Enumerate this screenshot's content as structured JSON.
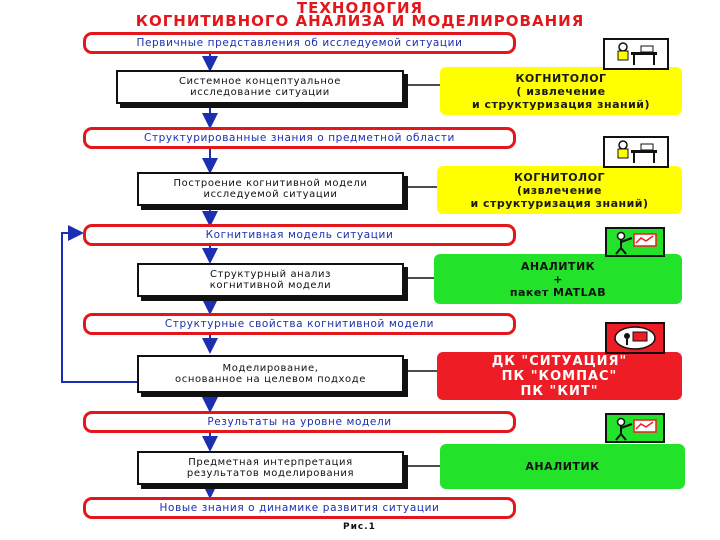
{
  "title": {
    "line1": "ТЕХНОЛОГИЯ",
    "line2": "КОГНИТИВНОГО АНАЛИЗА И МОДЕЛИРОВАНИЯ"
  },
  "stages": [
    "Первичные представления об исследуемой ситуации",
    "Структурированные знания о предметной области",
    "Когнитивная модель ситуации",
    "Структурные свойства когнитивной модели",
    "Результаты на уровне модели",
    "Новые знания о динамике развития ситуации"
  ],
  "processes": [
    [
      "Системное концептуальное",
      "исследование ситуации"
    ],
    [
      "Построение когнитивной модели",
      "исследуемой ситуации"
    ],
    [
      "Структурный анализ",
      "когнитивной модели"
    ],
    [
      "Моделирование,",
      "основанное на целевом подходе"
    ],
    [
      "Предметная интерпретация",
      "результатов моделирования"
    ]
  ],
  "roles": [
    [
      "КОГНИТОЛОГ",
      "( извлечение",
      "и структуризация знаний)"
    ],
    [
      "КОГНИТОЛОГ",
      "(извлечение",
      "и структуризация знаний)"
    ],
    [
      "АНАЛИТИК",
      "+",
      "пакет MATLAB"
    ],
    [
      "ДК \"СИТУАЦИЯ\"",
      "ПК \"КОМПАС\"",
      "ПК \"КИТ\""
    ],
    [
      "АНАЛИТИК"
    ]
  ],
  "icons": [
    {
      "name": "cognitologist-at-desk-icon",
      "label": ""
    },
    {
      "name": "cognitologist-at-desk-icon",
      "label": ""
    },
    {
      "name": "analyst-at-chart-icon",
      "label": ""
    },
    {
      "name": "software-package-icon",
      "label": ""
    },
    {
      "name": "analyst-at-chart-icon",
      "label": ""
    }
  ],
  "caption": "Рис.1",
  "colors": {
    "title": "#e3161b",
    "pill_border": "#e3161b",
    "pill_text": "#1c2fb0",
    "role_yellow": "#ffff00",
    "role_green": "#22e22a",
    "role_red": "#ee1c24",
    "feedback_line": "#1c2fb0"
  }
}
